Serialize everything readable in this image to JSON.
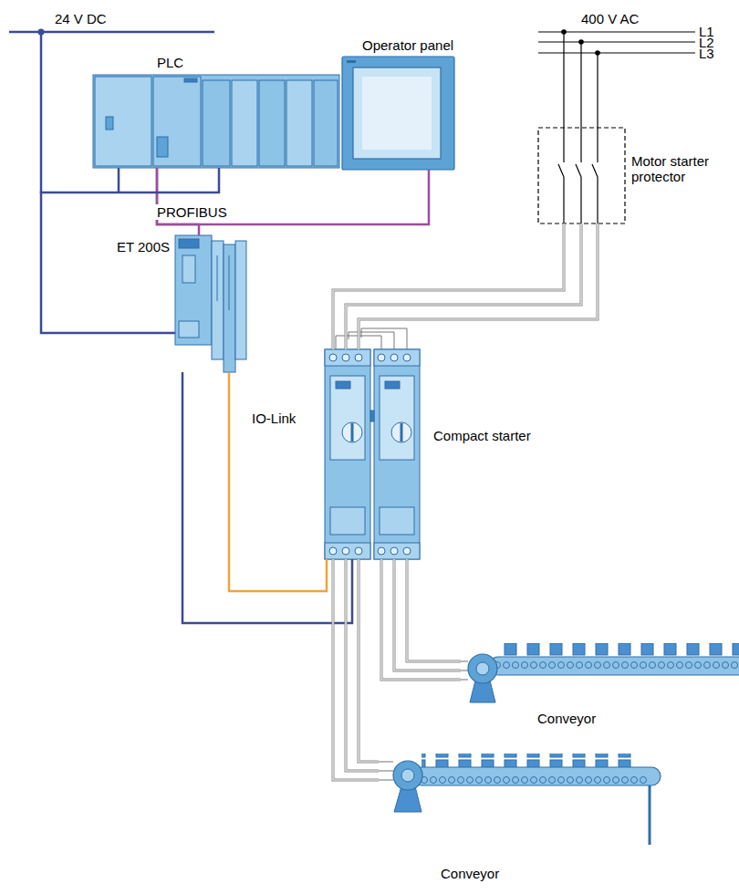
{
  "diagram": {
    "nodes": [
      {
        "text": [
          "PLC"
        ]
      },
      {
        "text": [
          "Operator panel"
        ]
      },
      {
        "text": [
          "Motor starter protector"
        ]
      },
      {
        "text": [
          "ET 200S"
        ]
      },
      {
        "text": [
          "Compact starter"
        ]
      },
      {
        "text": [
          "Conveyor"
        ]
      },
      {
        "text": [
          "Conveyor"
        ]
      }
    ],
    "edges": [
      {
        "from": 0,
        "to": 1,
        "label": "PROFIBUS",
        "arrow": "none"
      },
      {
        "from": 0,
        "to": 3,
        "arrow": "none"
      },
      {
        "from": 3,
        "to": 4,
        "label": "IO-Link",
        "arrow": "none"
      },
      {
        "from": 3,
        "to": 4,
        "arrow": "none"
      },
      {
        "from": 0,
        "to": 3,
        "arrow": "none"
      },
      {
        "from": 2,
        "to": 4,
        "arrow": "none"
      },
      {
        "from": 4,
        "to": 5,
        "arrow": "none"
      },
      {
        "from": 4,
        "to": 6,
        "arrow": "none"
      }
    ],
    "labels": [
      "24 V DC",
      "400 V AC",
      "L1",
      "L2",
      "L3"
    ]
  }
}
